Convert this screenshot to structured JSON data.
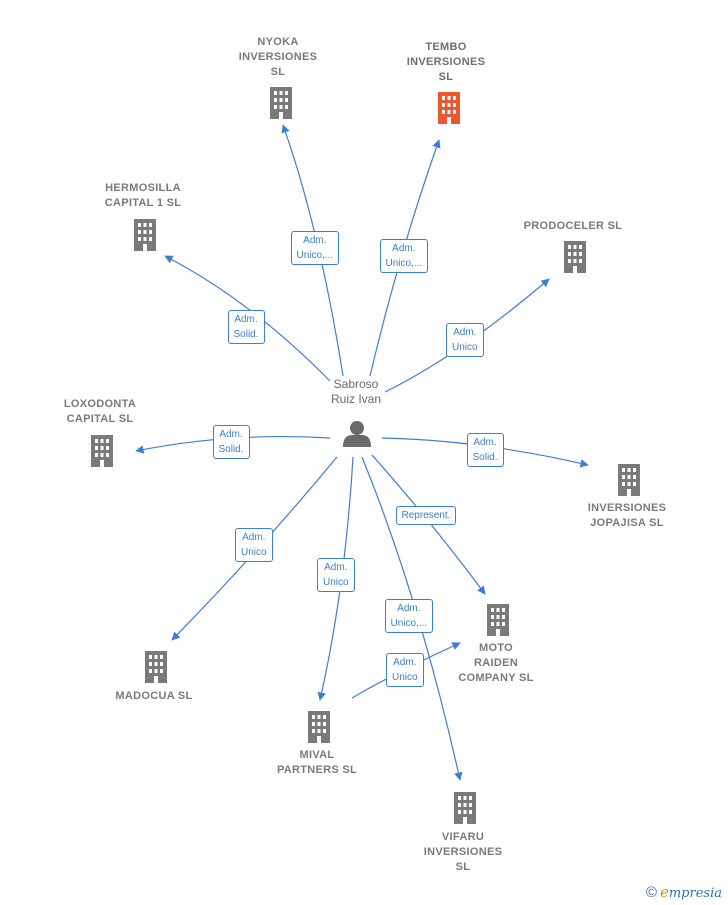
{
  "colors": {
    "edge": "#3a7fd4",
    "building": "#7a7a7a",
    "highlight": "#f0552b",
    "person": "#6a6a6a"
  },
  "person": {
    "name": "Sabroso\nRuiz Ivan",
    "icon": "person-icon"
  },
  "companies": [
    {
      "id": "nyoka",
      "name": "NYOKA\nINVERSIONES\nSL",
      "highlight": false,
      "icon": "building-icon"
    },
    {
      "id": "tembo",
      "name": "TEMBO\nINVERSIONES\nSL",
      "highlight": true,
      "icon": "building-icon"
    },
    {
      "id": "hermosilla",
      "name": "HERMOSILLA\nCAPITAL 1  SL",
      "highlight": false,
      "icon": "building-icon"
    },
    {
      "id": "prodoceler",
      "name": "PRODOCELER SL",
      "highlight": false,
      "icon": "building-icon"
    },
    {
      "id": "loxodonta",
      "name": "LOXODONTA\nCAPITAL  SL",
      "highlight": false,
      "icon": "building-icon"
    },
    {
      "id": "jopajisa",
      "name": "INVERSIONES\nJOPAJISA  SL",
      "highlight": false,
      "icon": "building-icon"
    },
    {
      "id": "moto",
      "name": "MOTO\nRAIDEN\nCOMPANY  SL",
      "highlight": false,
      "icon": "building-icon"
    },
    {
      "id": "madocua",
      "name": "MADOCUA SL",
      "highlight": false,
      "icon": "building-icon"
    },
    {
      "id": "mival",
      "name": "MIVAL\nPARTNERS  SL",
      "highlight": false,
      "icon": "building-icon"
    },
    {
      "id": "vifaru",
      "name": "VIFARU\nINVERSIONES\nSL",
      "highlight": false,
      "icon": "building-icon"
    }
  ],
  "edges": [
    {
      "from": "person",
      "to": "nyoka",
      "label": "Adm.\nUnico,..."
    },
    {
      "from": "person",
      "to": "tembo",
      "label": "Adm.\nUnico,..."
    },
    {
      "from": "person",
      "to": "hermosilla",
      "label": "Adm.\nSolid."
    },
    {
      "from": "person",
      "to": "prodoceler",
      "label": "Adm.\nUnico"
    },
    {
      "from": "person",
      "to": "loxodonta",
      "label": "Adm.\nSolid."
    },
    {
      "from": "person",
      "to": "jopajisa",
      "label": "Adm.\nSolid."
    },
    {
      "from": "person",
      "to": "moto",
      "label": "Represent."
    },
    {
      "from": "person",
      "to": "madocua",
      "label": "Adm.\nUnico"
    },
    {
      "from": "person",
      "to": "mival",
      "label": "Adm.\nUnico"
    },
    {
      "from": "person",
      "to": "vifaru",
      "label": "Adm.\nUnico,..."
    },
    {
      "from": "mival",
      "to": "moto",
      "label": "Adm.\nUnico"
    }
  ],
  "brand": {
    "copyright": "©",
    "initial": "e",
    "rest": "mpresia"
  }
}
